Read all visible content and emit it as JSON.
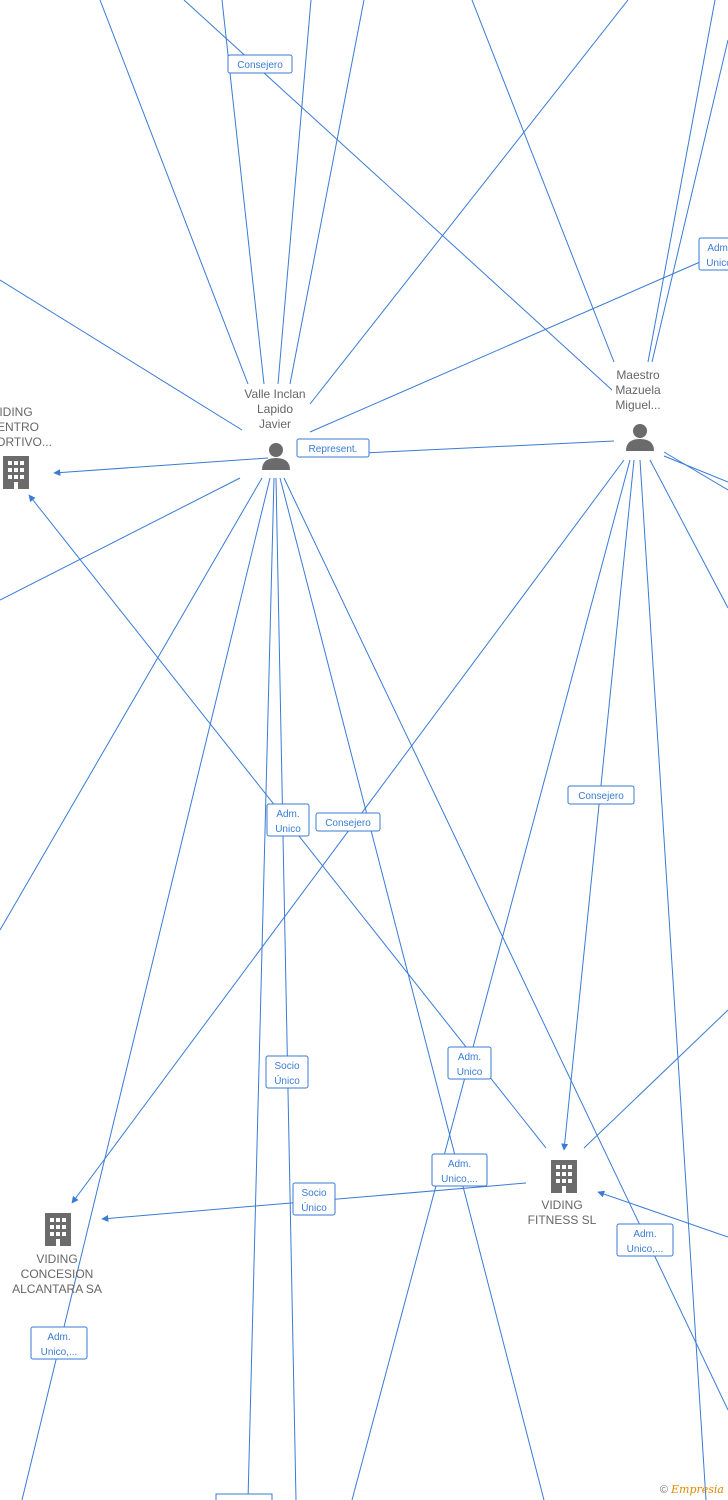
{
  "colors": {
    "edge": "#3a7bd5",
    "node_label": "#666666",
    "icon": "#6b6b6b"
  },
  "nodes": {
    "valle": {
      "label": [
        "Valle Inclan",
        "Lapido",
        "Javier"
      ],
      "icon": "person-icon"
    },
    "maestro": {
      "label": [
        "Maestro",
        "Mazuela",
        "Miguel..."
      ],
      "icon": "person-icon"
    },
    "viding_centro": {
      "label": [
        "IDING",
        "ENTRO",
        "ORTIVO..."
      ],
      "icon": "company-icon"
    },
    "viding_fitness": {
      "label": [
        "VIDING",
        "FITNESS  SL"
      ],
      "icon": "company-icon"
    },
    "viding_concesion": {
      "label": [
        "VIDING",
        "CONCESION",
        "ALCANTARA SA"
      ],
      "icon": "company-icon"
    }
  },
  "edge_labels": {
    "consejero_top": [
      "Consejero"
    ],
    "adm_unico_topright": [
      "Adm.",
      "Unico"
    ],
    "represent": [
      "Represent."
    ],
    "consejero_right": [
      "Consejero"
    ],
    "adm_unico_mid": [
      "Adm.",
      "Unico"
    ],
    "consejero_mid": [
      "Consejero"
    ],
    "socio_unico_mid": [
      "Socio",
      "Único"
    ],
    "adm_unico_lower": [
      "Adm.",
      "Unico"
    ],
    "adm_unico_dots": [
      "Adm.",
      "Unico,..."
    ],
    "socio_unico_low": [
      "Socio",
      "Único"
    ],
    "adm_unico_right_low": [
      "Adm.",
      "Unico,..."
    ],
    "adm_unico_left_low": [
      "Adm.",
      "Unico,..."
    ]
  },
  "copyright": {
    "symbol": "©",
    "brand": "Empresia"
  }
}
